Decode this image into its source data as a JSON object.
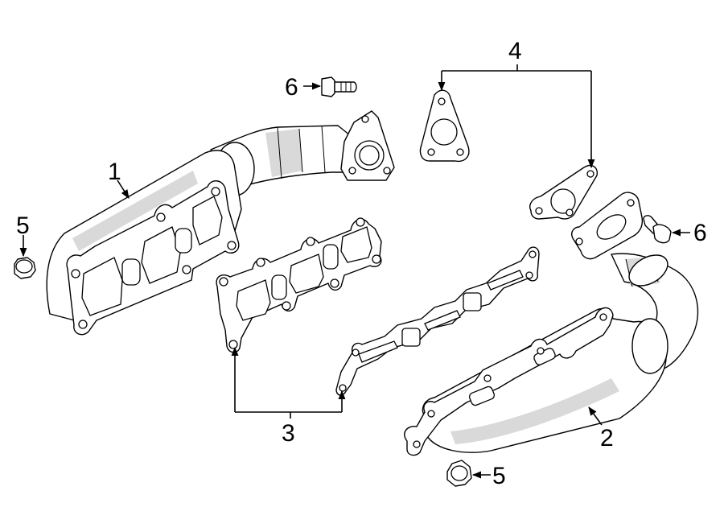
{
  "callouts": {
    "manifold_left": "1",
    "manifold_right": "2",
    "manifold_gasket": "3",
    "flange_gasket": "4",
    "nut_left": "5",
    "nut_right": "5",
    "stud_top": "6",
    "stud_right": "6"
  },
  "colors": {
    "line": "#000000",
    "background": "#ffffff",
    "shade": "#d9d9d9"
  }
}
